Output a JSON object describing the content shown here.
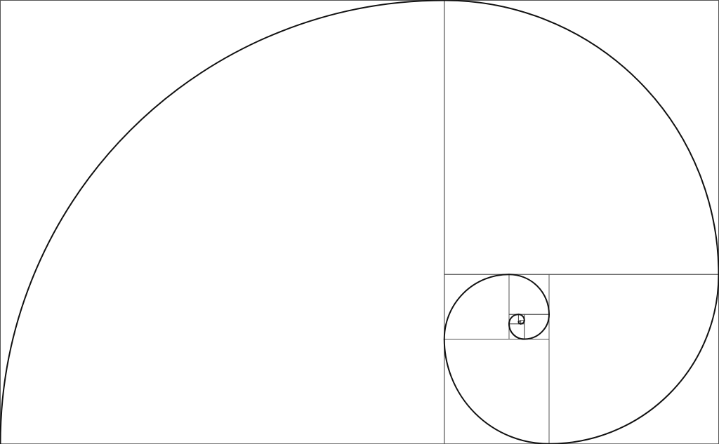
{
  "diagram": {
    "kind": "golden-spiral",
    "description_visible_text": "",
    "colors": {
      "background": "#ffffff",
      "square_stroke": "#555555",
      "spiral_stroke": "#111111"
    },
    "golden_ratio": 1.618034,
    "square_count": 12,
    "spiral_turn_direction": "counter-clockwise-inward"
  }
}
